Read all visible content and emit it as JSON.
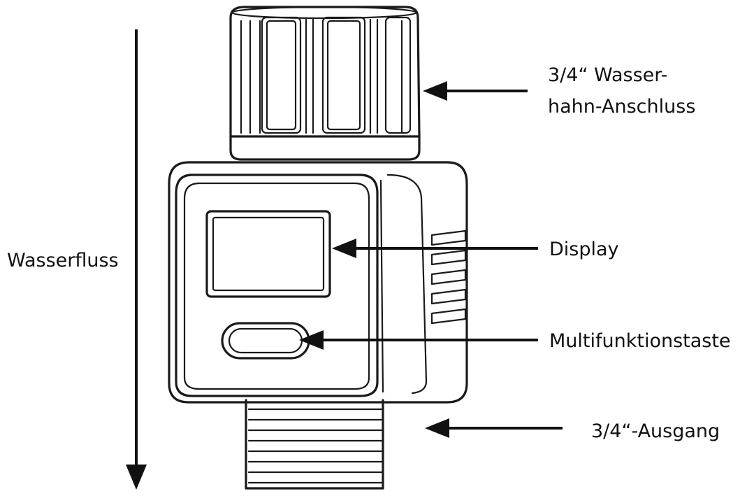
{
  "labels": {
    "tap_connection_line1": "3/4“ Wasser-",
    "tap_connection_line2": "hahn-Anschluss",
    "display": "Display",
    "multifunction_button": "Multifunktionstaste",
    "outlet": "3/4“-Ausgang",
    "water_flow": "Wasserfluss"
  }
}
